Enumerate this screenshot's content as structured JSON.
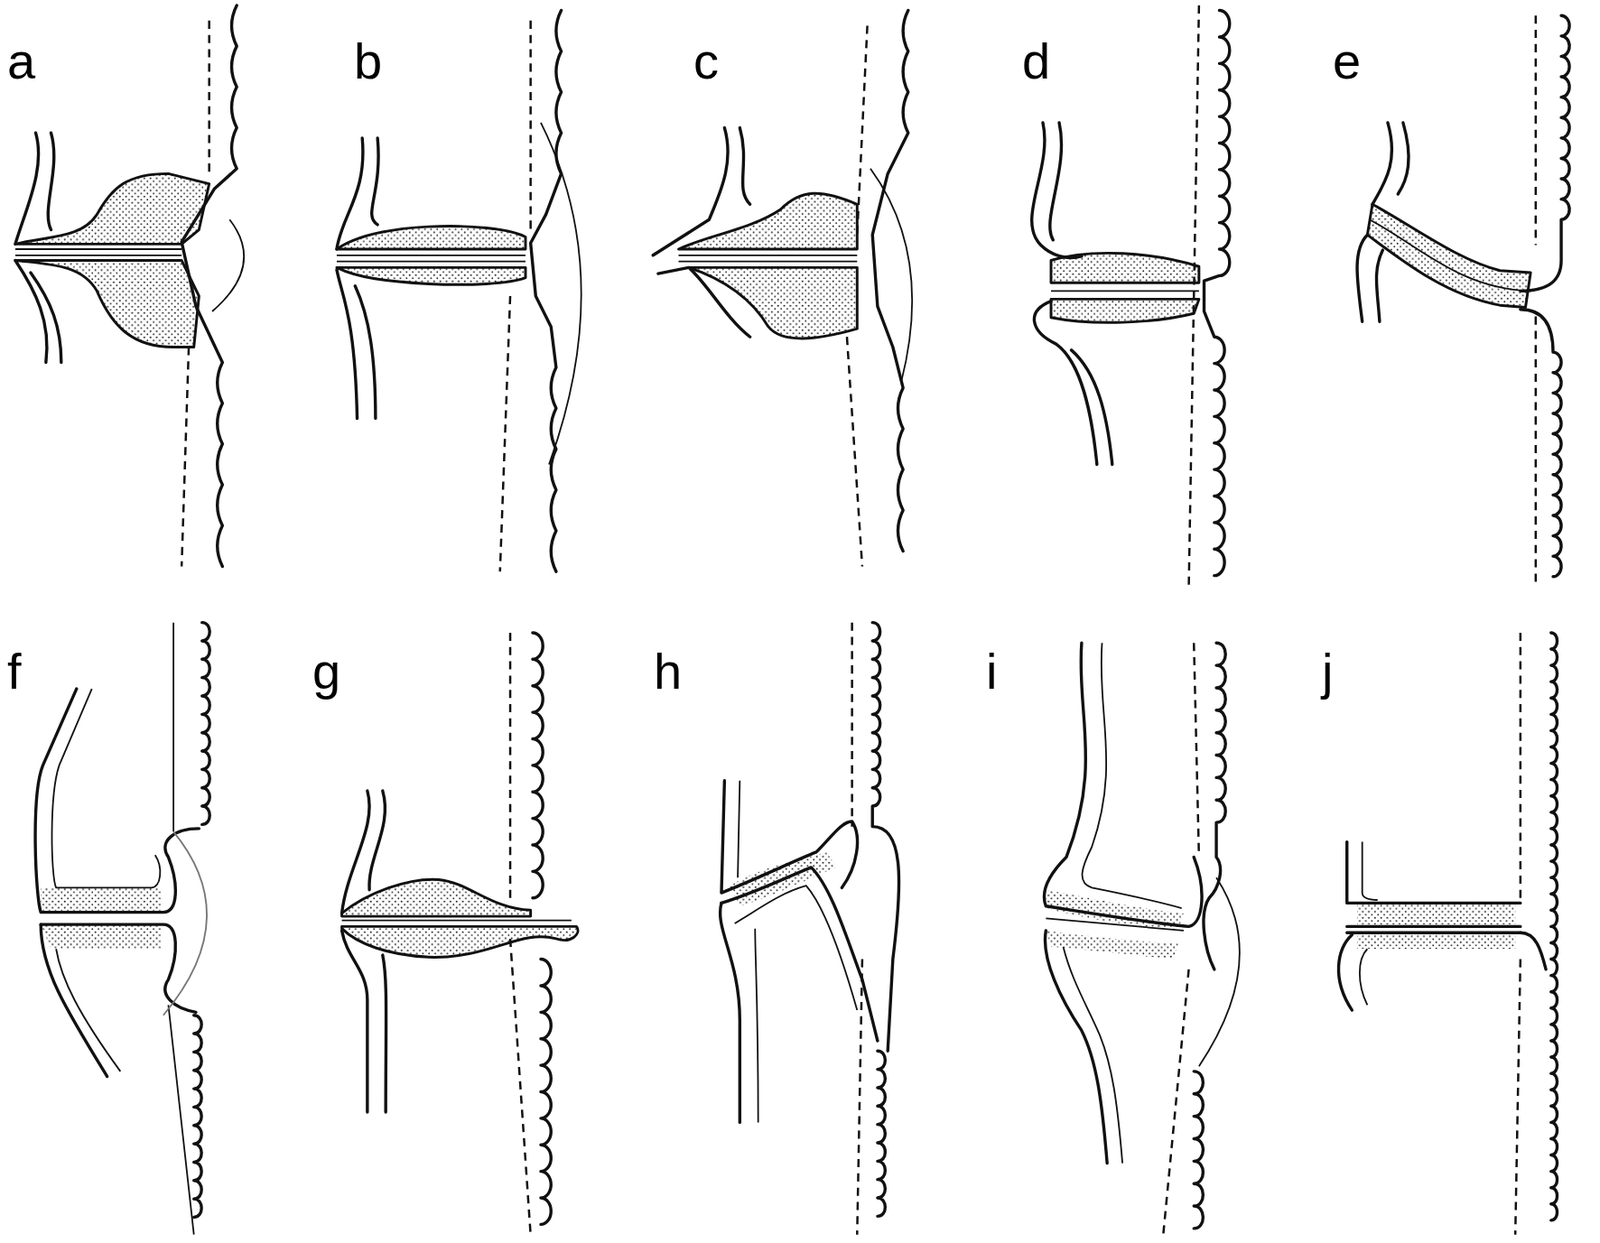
{
  "diagram": {
    "labels": [
      "a",
      "b",
      "c",
      "d",
      "e",
      "f",
      "g",
      "h",
      "i",
      "j"
    ]
  }
}
